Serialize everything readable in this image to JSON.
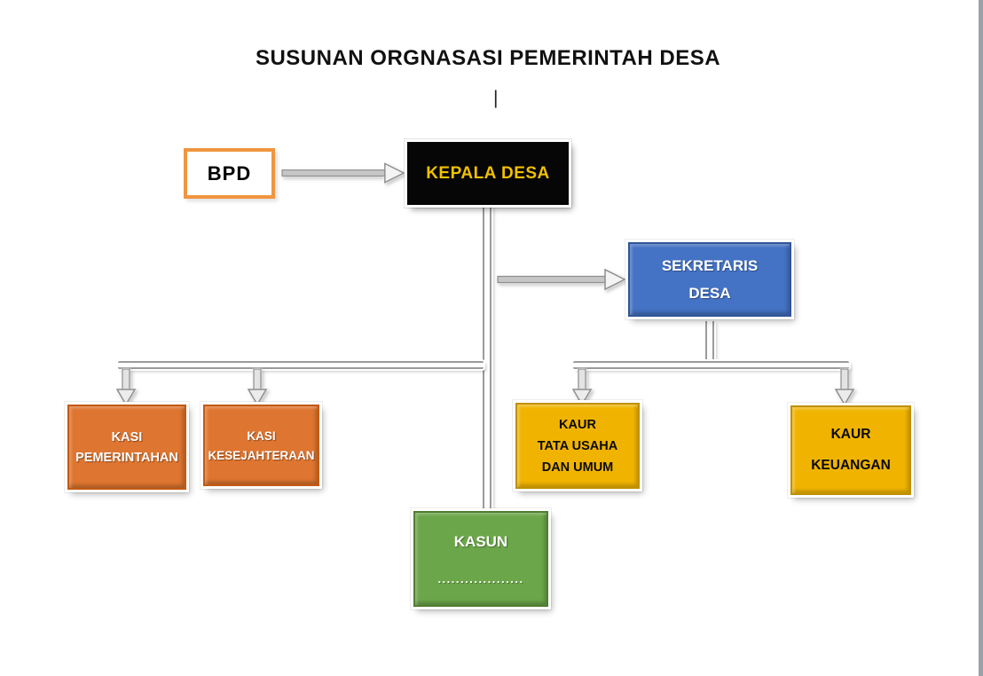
{
  "title": "SUSUNAN ORGNASASI PEMERINTAH DESA",
  "caret": "|",
  "colors": {
    "orange": "#DE7530",
    "orange_border": "#C45911",
    "gold": "#F0B400",
    "gold_border": "#BF9000",
    "green": "#6CA64A",
    "green_border": "#507E32",
    "blue": "#4472C4",
    "blue_border": "#2F5597",
    "black": "#060606",
    "kepala_text": "#F0C000",
    "bpd_border": "#F0953F",
    "pipe": "#9B9B9B",
    "edge": "#9BA1A7"
  },
  "nodes": {
    "bpd": {
      "label": "BPD"
    },
    "kepala_desa": {
      "label": "KEPALA DESA"
    },
    "sekretaris_desa": {
      "line1": "SEKRETARIS",
      "line2": "DESA"
    },
    "kasi_pemerintahan": {
      "line1": "KASI",
      "line2": "PEMERINTAHAN"
    },
    "kasi_kesejahteraan": {
      "line1": "KASI",
      "line2": "KESEJAHTERAAN"
    },
    "kaur_tata_usaha_dan_umum": {
      "line1": "KAUR",
      "line2": "TATA USAHA",
      "line3": "DAN UMUM"
    },
    "kaur_keuangan": {
      "line1": "KAUR",
      "line2": "KEUANGAN"
    },
    "kasun": {
      "line1": "KASUN",
      "line2": "..................."
    }
  }
}
